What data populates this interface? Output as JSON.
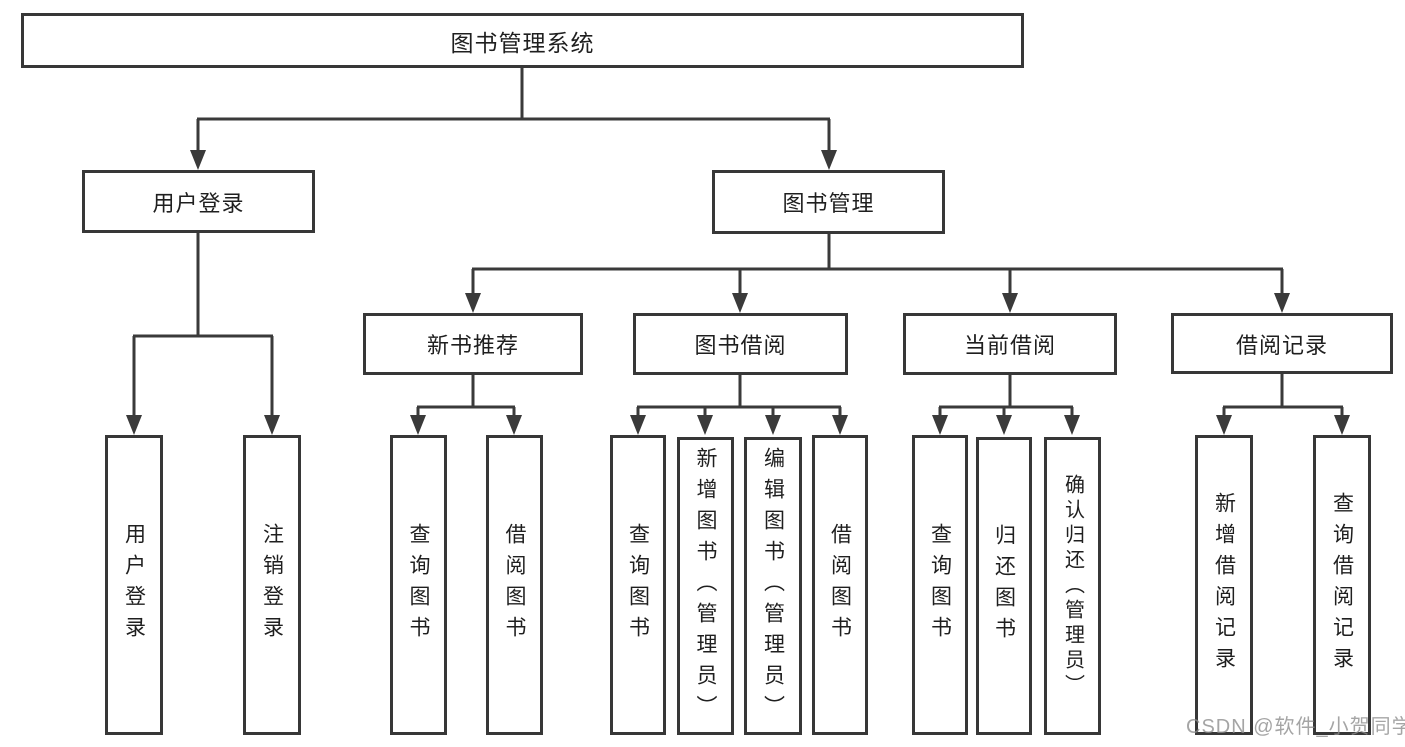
{
  "tree": {
    "root": "图书管理系统",
    "branches": [
      {
        "label": "用户登录",
        "children": [
          "用户登录",
          "注销登录"
        ]
      },
      {
        "label": "图书管理",
        "groups": [
          {
            "label": "新书推荐",
            "children": [
              "查询图书",
              "借阅图书"
            ]
          },
          {
            "label": "图书借阅",
            "children": [
              "查询图书",
              "新增图书（管理员）",
              "编辑图书（管理员）",
              "借阅图书"
            ]
          },
          {
            "label": "当前借阅",
            "children": [
              "查询图书",
              "归还图书",
              "确认归还（管理员）"
            ]
          },
          {
            "label": "借阅记录",
            "children": [
              "新增借阅记录",
              "查询借阅记录"
            ]
          }
        ]
      }
    ]
  },
  "watermark": {
    "text": "CSDN @软件_小贺同学"
  },
  "colors": {
    "line": "#3a3a3a",
    "box_border": "#373737",
    "watermark": "#8c8c8c"
  }
}
